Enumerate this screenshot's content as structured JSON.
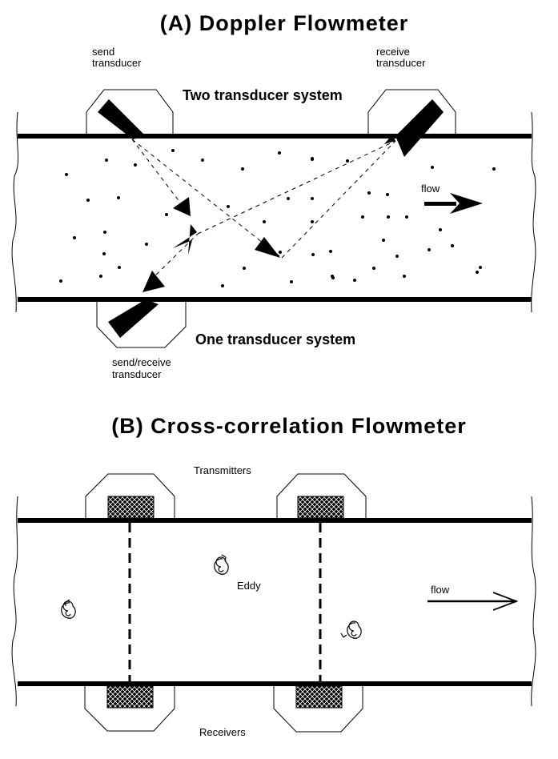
{
  "panel_a": {
    "title": "(A) Doppler Flowmeter",
    "send_label": [
      "send",
      "transducer"
    ],
    "receive_label": [
      "receive",
      "transducer"
    ],
    "two_system_label": "Two transducer system",
    "one_system_label": "One transducer system",
    "send_receive_label": [
      "send/receive",
      "transducer"
    ],
    "flow_label": "flow"
  },
  "panel_b": {
    "title": "(B) Cross-correlation Flowmeter",
    "transmitters_label": "Transmitters",
    "receivers_label": "Receivers",
    "eddy_label": "Eddy",
    "flow_label": "flow"
  },
  "colors": {
    "ink": "#000000",
    "background": "#ffffff"
  }
}
